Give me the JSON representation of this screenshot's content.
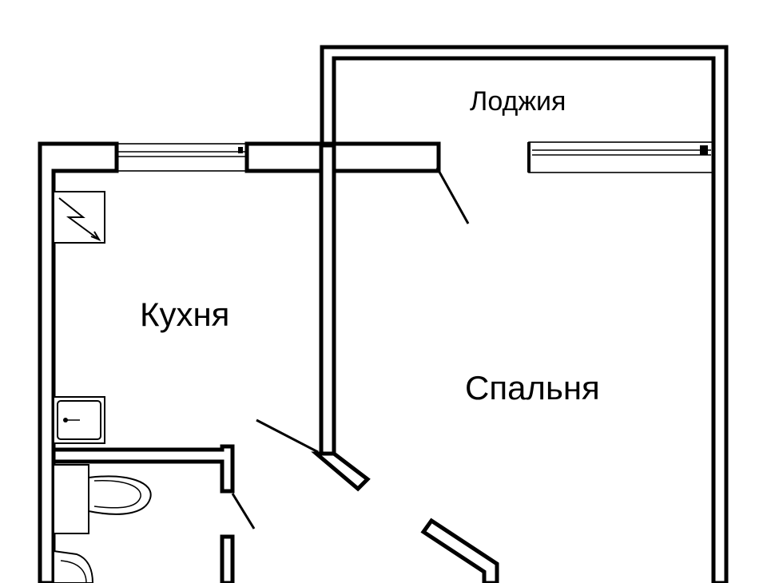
{
  "rooms": {
    "loggia": "Лоджия",
    "kitchen": "Кухня",
    "bedroom": "Спальня"
  },
  "colors": {
    "wall": "#000000",
    "background": "#ffffff"
  },
  "icons": [
    "electrical-panel-icon",
    "sink-icon",
    "toilet-icon",
    "bathtub-icon"
  ]
}
